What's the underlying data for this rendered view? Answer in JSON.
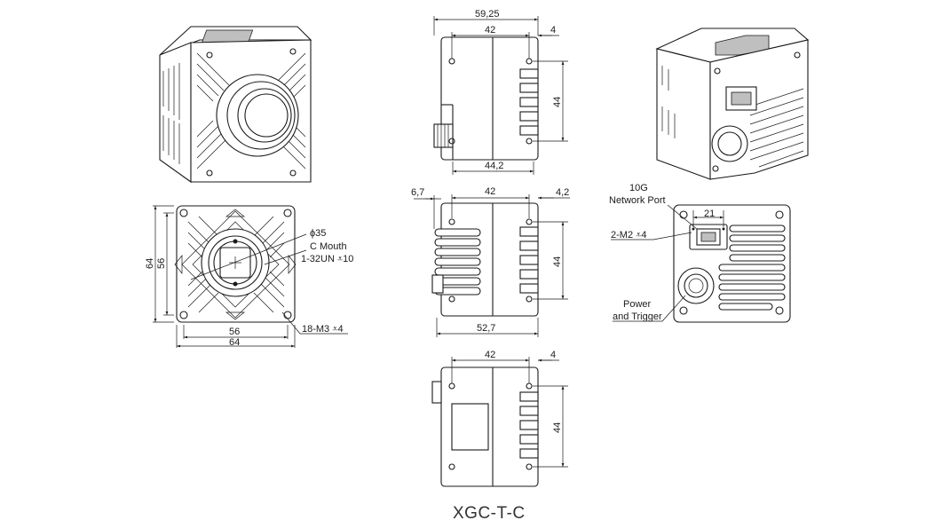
{
  "title": "XGC-T-C",
  "side_top": {
    "overall_width": "59,25",
    "body_width": "42",
    "offset": "4",
    "height": "44",
    "bottom_width": "44,2"
  },
  "side_middle": {
    "left_offset": "6,7",
    "body_width": "42",
    "right_offset": "4,2",
    "height": "44",
    "overall_width": "52,7"
  },
  "side_bottom": {
    "body_width": "42",
    "offset": "4",
    "height": "44"
  },
  "front": {
    "outer_width": "64",
    "inner_width": "56",
    "outer_height": "64",
    "inner_height": "56",
    "diameter": "ϕ35",
    "mount_line1": "C Mouth",
    "mount_line2": "1-32UN ⩡10",
    "holes": "18-M3 ⩡4"
  },
  "back": {
    "network_line1": "10G",
    "network_line2": "Network Port",
    "port_spacing": "21",
    "screws": "2-M2 ⩡4",
    "power_line1": "Power",
    "power_line2": "and Trigger"
  }
}
